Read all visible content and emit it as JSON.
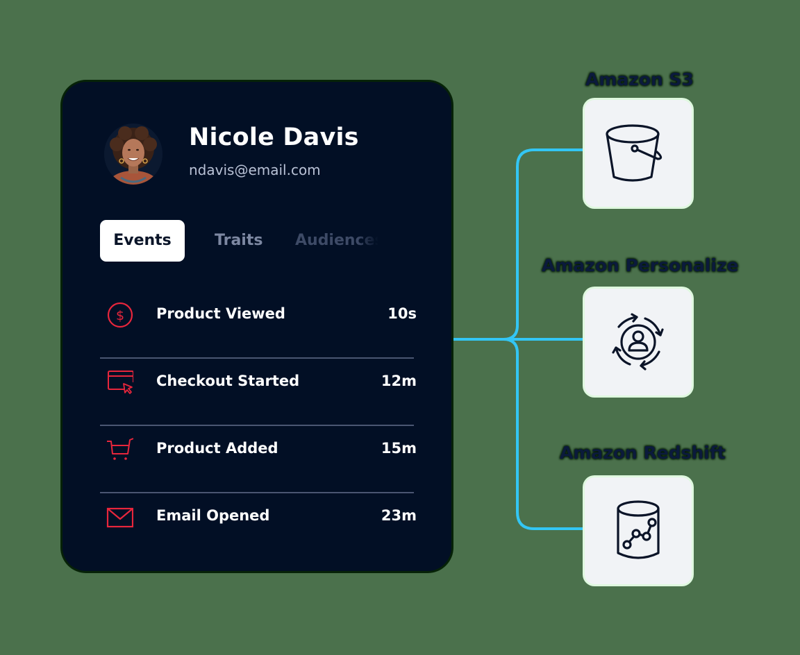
{
  "profile": {
    "name": "Nicole Davis",
    "email": "ndavis@email.com"
  },
  "tabs": [
    {
      "label": "Events",
      "active": true
    },
    {
      "label": "Traits",
      "active": false
    },
    {
      "label": "Audiences",
      "active": false
    }
  ],
  "events": [
    {
      "label": "Product Viewed",
      "time": "10s",
      "icon": "dollar-circle-icon"
    },
    {
      "label": "Checkout Started",
      "time": "12m",
      "icon": "browser-cursor-icon"
    },
    {
      "label": "Product Added",
      "time": "15m",
      "icon": "shopping-cart-icon"
    },
    {
      "label": "Email Opened",
      "time": "23m",
      "icon": "envelope-icon"
    }
  ],
  "destinations": [
    {
      "label": "Amazon S3",
      "icon": "bucket-icon"
    },
    {
      "label": "Amazon Personalize",
      "icon": "personalize-cycle-icon"
    },
    {
      "label": "Amazon Redshift",
      "icon": "database-chart-icon"
    }
  ],
  "colors": {
    "background": "#4b714c",
    "card": "#020f25",
    "event_icon": "#e8263c",
    "connector": "#33c6f4",
    "tile": "#f1f3f6",
    "tile_icon": "#0b1428"
  }
}
